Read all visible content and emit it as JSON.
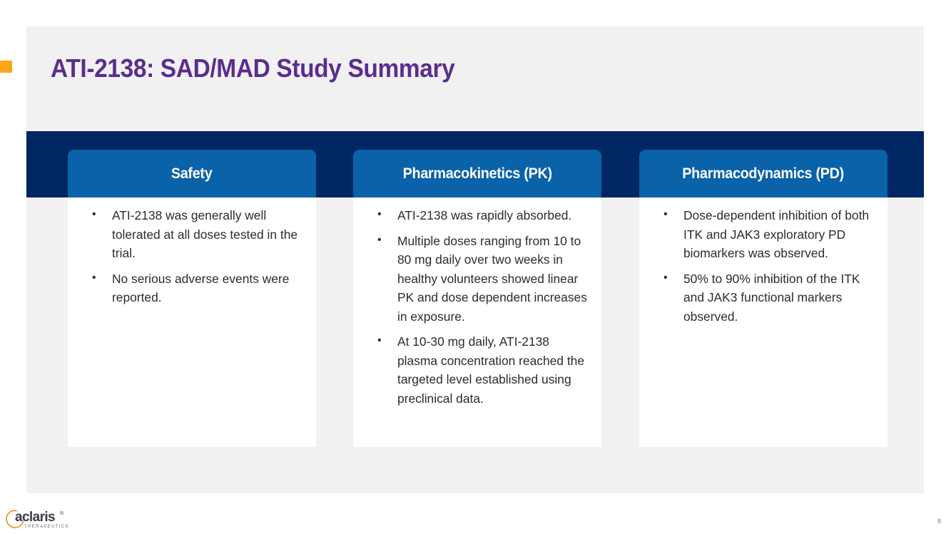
{
  "slide": {
    "title": "ATI-2138: SAD/MAD Study Summary",
    "page_number": "8",
    "colors": {
      "title_purple": "#5b2d8e",
      "accent_orange": "#f9a81a",
      "band_navy": "#002663",
      "card_header_blue": "#0a62a9",
      "panel_gray": "#f1f1f1",
      "body_text": "#2b2b33"
    }
  },
  "logo": {
    "wordmark": "aclaris",
    "registered_mark": "®",
    "tagline": "THERAPEUTICS"
  },
  "cards": [
    {
      "header": "Safety",
      "bullets": [
        "ATI-2138 was generally well tolerated at all doses tested in the trial.",
        "No serious adverse events were reported."
      ]
    },
    {
      "header": "Pharmacokinetics (PK)",
      "bullets": [
        "ATI-2138 was rapidly absorbed.",
        "Multiple doses ranging from 10 to 80 mg daily over two weeks in healthy volunteers showed linear PK and dose dependent increases in exposure.",
        "At 10-30 mg daily, ATI-2138 plasma concentration reached the targeted level established using preclinical data."
      ]
    },
    {
      "header": "Pharmacodynamics (PD)",
      "bullets": [
        "Dose-dependent inhibition of both ITK and JAK3 exploratory PD biomarkers was observed.",
        "50% to 90% inhibition of the ITK and JAK3 functional markers observed."
      ]
    }
  ]
}
